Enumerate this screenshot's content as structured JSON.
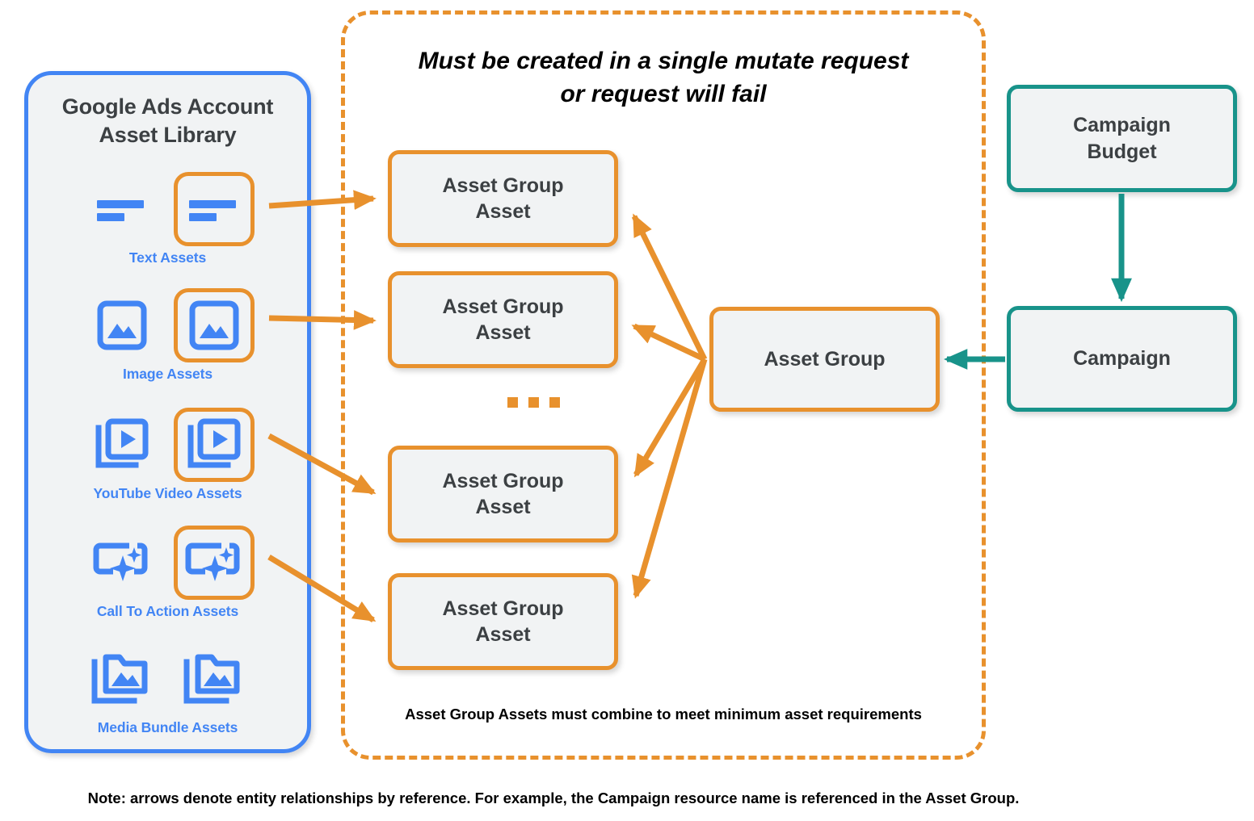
{
  "library": {
    "title": "Google Ads Account\nAsset Library",
    "title_line1": "Google Ads Account",
    "title_line2": "Asset Library",
    "border_color": "#4285F4",
    "background_color": "#F1F3F4",
    "label_color": "#4285F4",
    "asset_rows": [
      {
        "label": "Text Assets",
        "icon": "text-asset-icon",
        "highlighted_index": 1,
        "count": 2
      },
      {
        "label": "Image Assets",
        "icon": "image-asset-icon",
        "highlighted_index": 1,
        "count": 2
      },
      {
        "label": "YouTube Video  Assets",
        "icon": "youtube-video-asset-icon",
        "highlighted_index": 1,
        "count": 2
      },
      {
        "label": "Call To Action Assets",
        "icon": "call-to-action-asset-icon",
        "highlighted_index": 1,
        "count": 2
      },
      {
        "label": "Media Bundle  Assets",
        "icon": "media-bundle-asset-icon",
        "highlighted_index": -1,
        "count": 2
      }
    ]
  },
  "mutate_container": {
    "heading_line1": "Must be created in a single mutate request",
    "heading_line2": "or request will fail",
    "footnote": "Asset Group Assets must combine to meet minimum asset requirements",
    "border_color": "#E8912D",
    "border_style": "dashed"
  },
  "nodes": {
    "asset_group_assets": [
      {
        "label": "Asset Group Asset",
        "line1": "Asset Group",
        "line2": "Asset"
      },
      {
        "label": "Asset Group Asset",
        "line1": "Asset Group",
        "line2": "Asset"
      },
      {
        "label": "Asset Group Asset",
        "line1": "Asset Group",
        "line2": "Asset"
      },
      {
        "label": "Asset Group Asset",
        "line1": "Asset Group",
        "line2": "Asset"
      }
    ],
    "ellipsis": "...",
    "asset_group": {
      "label": "Asset Group",
      "border_color": "#E8912D"
    },
    "campaign_budget": {
      "line1": "Campaign",
      "line2": "Budget",
      "border_color": "#18938A"
    },
    "campaign": {
      "label": "Campaign",
      "border_color": "#18938A"
    }
  },
  "colors": {
    "orange": "#E8912D",
    "teal": "#18938A",
    "blue": "#4285F4",
    "node_fill": "#F1F3F4",
    "text_dark": "#3C4043"
  },
  "footer": {
    "note": "Note: arrows denote entity relationships by reference. For example, the Campaign resource name is referenced in the Asset Group."
  }
}
